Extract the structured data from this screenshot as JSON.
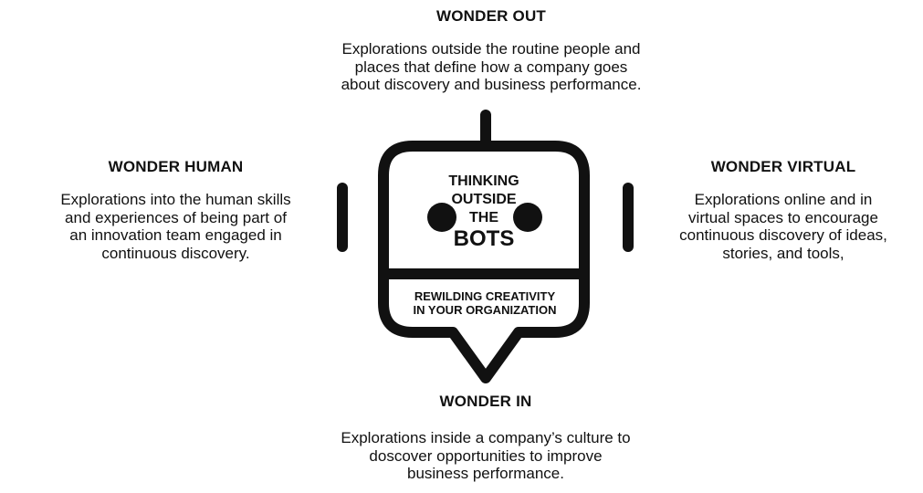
{
  "wonder_out": {
    "heading": "WONDER OUT",
    "description": "Explorations outside the routine people and\nplaces that define how a company goes\nabout discovery and business performance."
  },
  "wonder_human": {
    "heading": "WONDER HUMAN",
    "description": "Explorations into the human skills\nand experiences of being part of\nan innovation team engaged in\ncontinuous discovery."
  },
  "wonder_virtual": {
    "heading": "WONDER VIRTUAL",
    "description": "Explorations online and in\nvirtual spaces to encourage\ncontinuous discovery of ideas,\nstories, and tools,"
  },
  "wonder_in": {
    "heading": "WONDER IN",
    "description": "Explorations inside a company’s culture to\ndoscover opportunities to improve\nbusiness performance."
  },
  "robot": {
    "title_line1": "THINKING",
    "title_line2": "OUTSIDE",
    "title_line3": "THE",
    "title_line4": "BOTS",
    "subtitle_line1": "REWILDING CREATIVITY",
    "subtitle_line2": "IN YOUR ORGANIZATION"
  }
}
